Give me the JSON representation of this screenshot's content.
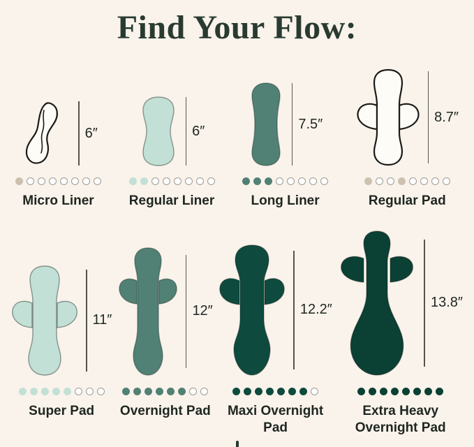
{
  "title": "Find Your Flow:",
  "colors": {
    "background": "#FAF3EB",
    "title_text": "#293B31",
    "label_text": "#1E2620",
    "mint": "#C2E0D5",
    "teal": "#508174",
    "dark_teal": "#0E4B3E",
    "dark_green": "#0B4034",
    "tan": "#CCC1AF",
    "ruler_line": "#55544E",
    "empty_dot_border": "#9C9C95",
    "empty_dot_fill": "#FFFFFF"
  },
  "products": [
    {
      "name": "Micro Liner",
      "size": "6″",
      "dots": [
        "tan",
        "empty",
        "empty",
        "empty",
        "empty",
        "empty",
        "empty",
        "empty"
      ]
    },
    {
      "name": "Regular Liner",
      "size": "6″",
      "dots": [
        "mint",
        "mint",
        "empty",
        "empty",
        "empty",
        "empty",
        "empty",
        "empty"
      ]
    },
    {
      "name": "Long Liner",
      "size": "7.5″",
      "dots": [
        "teal",
        "teal",
        "teal",
        "empty",
        "empty",
        "empty",
        "empty",
        "empty"
      ]
    },
    {
      "name": "Regular Pad",
      "size": "8.7″",
      "dots": [
        "tan",
        "empty",
        "empty",
        "tan",
        "empty",
        "empty",
        "empty",
        "empty"
      ]
    },
    {
      "name": "Super Pad",
      "size": "11″",
      "dots": [
        "mint",
        "mint",
        "mint",
        "mint",
        "mint",
        "empty",
        "empty",
        "empty"
      ]
    },
    {
      "name": "Overnight Pad",
      "size": "12″",
      "dots": [
        "teal",
        "teal",
        "teal",
        "teal",
        "teal",
        "teal",
        "empty",
        "empty"
      ]
    },
    {
      "name": "Maxi Overnight Pad",
      "size": "12.2″",
      "dots": [
        "dark_teal",
        "dark_teal",
        "dark_teal",
        "dark_teal",
        "dark_teal",
        "dark_teal",
        "dark_teal",
        "empty"
      ]
    },
    {
      "name": "Extra Heavy Overnight Pad",
      "size": "13.8″",
      "dots": [
        "dark_green",
        "dark_green",
        "dark_green",
        "dark_green",
        "dark_green",
        "dark_green",
        "dark_green",
        "dark_green"
      ]
    }
  ]
}
